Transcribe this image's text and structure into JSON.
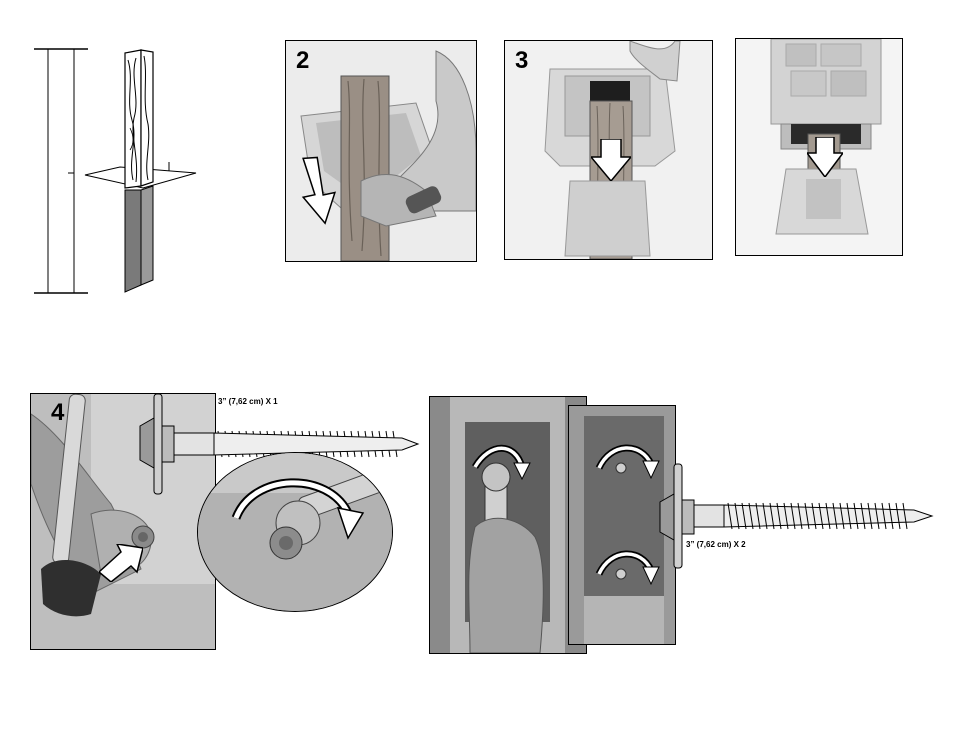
{
  "steps": {
    "step2": {
      "number": "2"
    },
    "step3": {
      "number": "3"
    },
    "step4": {
      "number": "4"
    }
  },
  "captions": {
    "single_screw": "3” (7,62 cm) X 1",
    "double_screw": "3” (7,62 cm) X 2"
  },
  "icons": [
    "post-diagram",
    "down-arrow-icon",
    "hex-lag-screw-icon",
    "wrench-icon",
    "hammer-icon",
    "rotate-clockwise-arrow-icon",
    "push-arrow-icon"
  ],
  "colors": {
    "ink": "#000000",
    "paper": "#ffffff",
    "photo_mid": "#bdbdbd",
    "photo_dark": "#6f6f6f"
  }
}
